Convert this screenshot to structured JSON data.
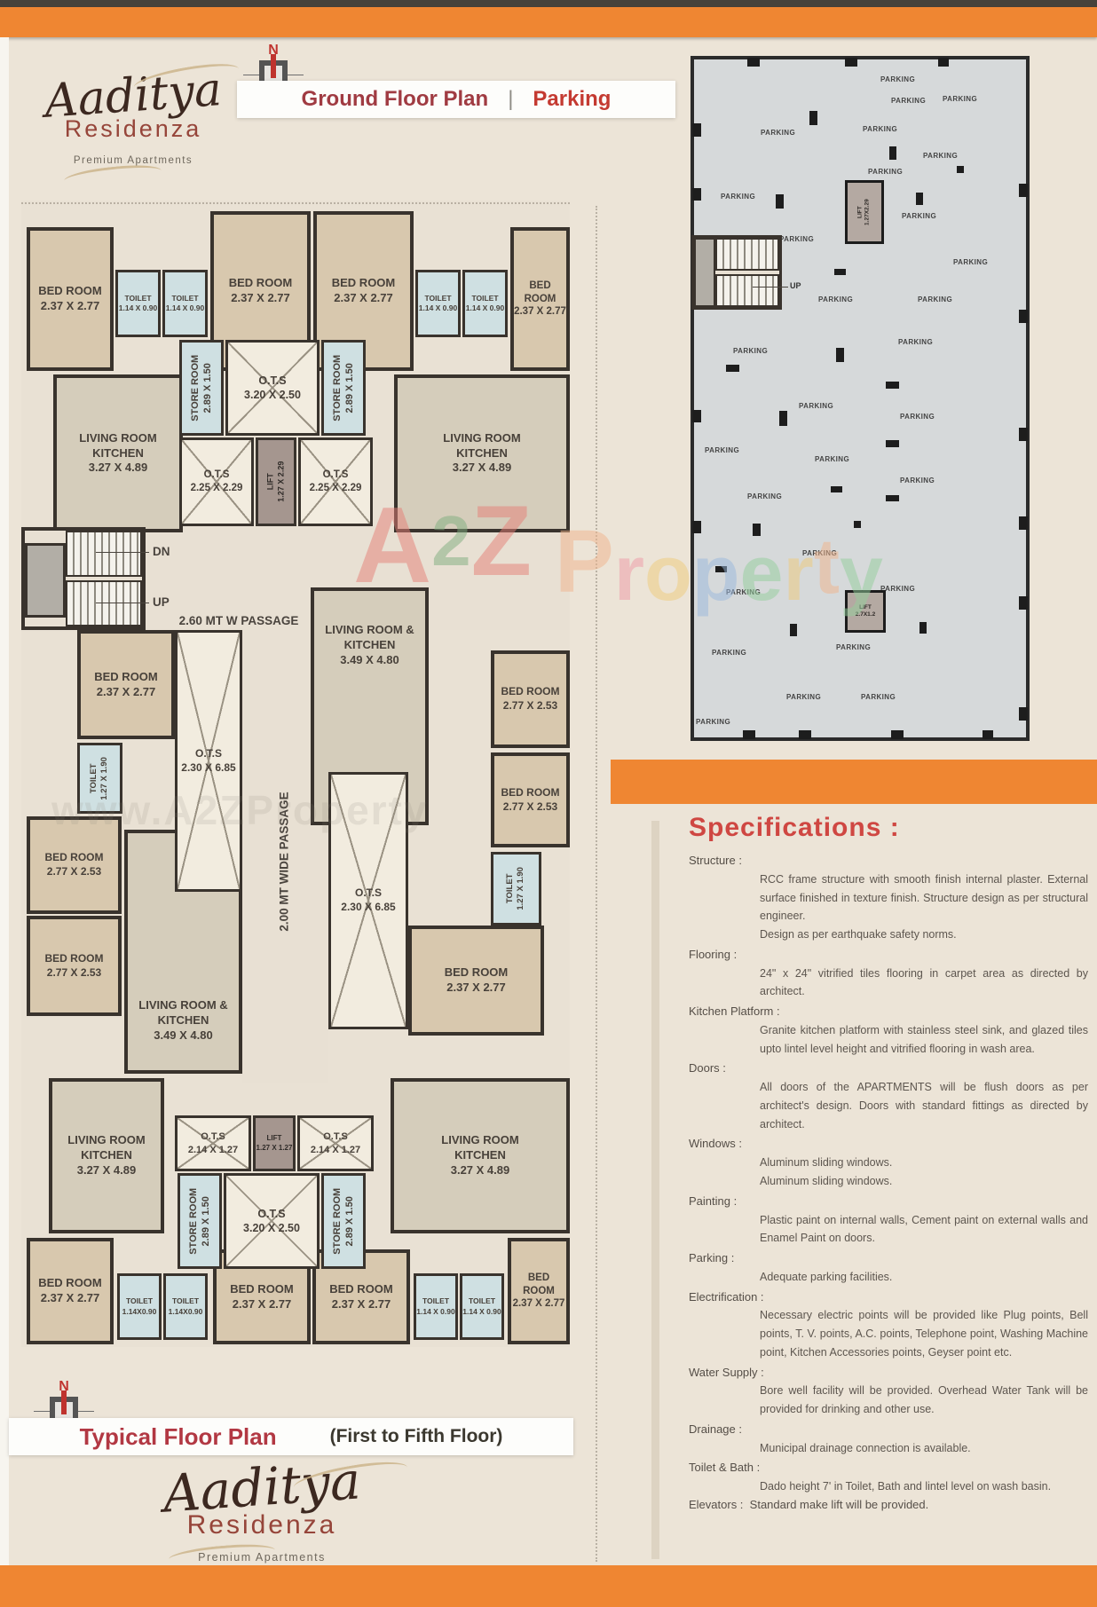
{
  "colors": {
    "accent_orange": "#ef8632",
    "title_maroon": "#a03b42",
    "title_red": "#c43a31",
    "plan_wall": "#39332d",
    "bedroom_fill": "#d8c8ae",
    "living_fill": "#d5cdbb",
    "toilet_fill": "#cfe0e2",
    "ots_fill": "#f2ecdf",
    "lift_fill": "#a5968f",
    "parking_fill": "#d6d9da"
  },
  "brand": {
    "name": "Aaditya",
    "sub": "Residenza",
    "tagline": "Premium Apartments"
  },
  "north_label": "N",
  "titles": {
    "ground_floor": "Ground Floor Plan",
    "separator": "|",
    "parking": "Parking",
    "typical": "Typical Floor Plan",
    "typical_sub": "(First to Fifth Floor)"
  },
  "plan": {
    "passage_h": "2.60 MT W PASSAGE",
    "passage_v": "2.00 MT WIDE PASSAGE",
    "stairs": {
      "dn": "DN",
      "up": "UP"
    },
    "rooms": [
      {
        "id": "bed-tl",
        "lines": [
          "BED ROOM",
          "2.37 X 2.77"
        ]
      },
      {
        "id": "toilet-t1",
        "lines": [
          "TOILET",
          "1.14 X 0.90"
        ]
      },
      {
        "id": "toilet-t2",
        "lines": [
          "TOILET",
          "1.14 X 0.90"
        ]
      },
      {
        "id": "bed-t2",
        "lines": [
          "BED ROOM",
          "2.37 X 2.77"
        ]
      },
      {
        "id": "bed-t3",
        "lines": [
          "BED ROOM",
          "2.37 X 2.77"
        ]
      },
      {
        "id": "toilet-t3",
        "lines": [
          "TOILET",
          "1.14 X 0.90"
        ]
      },
      {
        "id": "toilet-t4",
        "lines": [
          "TOILET",
          "1.14 X 0.90"
        ]
      },
      {
        "id": "bed-tr",
        "lines": [
          "BED ROOM",
          "2.37 X 2.77"
        ]
      },
      {
        "id": "living-tl",
        "lines": [
          "LIVING ROOM",
          "KITCHEN",
          "3.27 X 4.89"
        ]
      },
      {
        "id": "store-tl",
        "lines": [
          "STORE ROOM",
          "2.89 X 1.50"
        ]
      },
      {
        "id": "ots-t",
        "lines": [
          "O.T.S",
          "3.20 X 2.50"
        ]
      },
      {
        "id": "store-tr",
        "lines": [
          "STORE ROOM",
          "2.89 X 1.50"
        ]
      },
      {
        "id": "ots-tl2",
        "lines": [
          "O.T.S",
          "2.25 X 2.29"
        ]
      },
      {
        "id": "lift-t",
        "lines": [
          "LIFT",
          "1.27 X 2.29"
        ]
      },
      {
        "id": "ots-tr2",
        "lines": [
          "O.T.S",
          "2.25 X 2.29"
        ]
      },
      {
        "id": "living-tr",
        "lines": [
          "LIVING ROOM",
          "KITCHEN",
          "3.27 X 4.89"
        ]
      },
      {
        "id": "bed-m1",
        "lines": [
          "BED ROOM",
          "2.37 X 2.77"
        ]
      },
      {
        "id": "toilet-m1",
        "lines": [
          "TOILET",
          "1.27 X 1.90"
        ]
      },
      {
        "id": "ots-ml",
        "lines": [
          "O.T.S",
          "2.30 X 6.85"
        ]
      },
      {
        "id": "living-mr",
        "lines": [
          "LIVING ROOM &",
          "KITCHEN",
          "3.49 X 4.80"
        ]
      },
      {
        "id": "bed-mr1",
        "lines": [
          "BED ROOM",
          "2.77 X 2.53"
        ]
      },
      {
        "id": "bed-mr2",
        "lines": [
          "BED ROOM",
          "2.77 X 2.53"
        ]
      },
      {
        "id": "toilet-mr",
        "lines": [
          "TOILET",
          "1.27 X 1.90"
        ]
      },
      {
        "id": "ots-mr",
        "lines": [
          "O.T.S",
          "2.30 X 6.85"
        ]
      },
      {
        "id": "bed-ml1",
        "lines": [
          "BED ROOM",
          "2.77 X 2.53"
        ]
      },
      {
        "id": "bed-ml2",
        "lines": [
          "BED ROOM",
          "2.77 X 2.53"
        ]
      },
      {
        "id": "living-ml",
        "lines": [
          "LIVING ROOM &",
          "KITCHEN",
          "3.49 X 4.80"
        ]
      },
      {
        "id": "bed-mrb",
        "lines": [
          "BED ROOM",
          "2.37 X 2.77"
        ]
      },
      {
        "id": "living-bl",
        "lines": [
          "LIVING ROOM",
          "KITCHEN",
          "3.27 X 4.89"
        ]
      },
      {
        "id": "ots-bl2",
        "lines": [
          "O.T.S",
          "2.14 X 1.27"
        ]
      },
      {
        "id": "lift-b",
        "lines": [
          "LIFT",
          "1.27 X 1.27"
        ]
      },
      {
        "id": "ots-br2",
        "lines": [
          "O.T.S",
          "2.14 X 1.27"
        ]
      },
      {
        "id": "store-bl",
        "lines": [
          "STORE ROOM",
          "2.89 X 1.50"
        ]
      },
      {
        "id": "ots-b",
        "lines": [
          "O.T.S",
          "3.20 X 2.50"
        ]
      },
      {
        "id": "store-br",
        "lines": [
          "STORE ROOM",
          "2.89 X 1.50"
        ]
      },
      {
        "id": "living-br",
        "lines": [
          "LIVING ROOM",
          "KITCHEN",
          "3.27 X 4.89"
        ]
      },
      {
        "id": "bed-bl",
        "lines": [
          "BED ROOM",
          "2.37 X 2.77"
        ]
      },
      {
        "id": "toilet-b1",
        "lines": [
          "TOILET",
          "1.14X0.90"
        ]
      },
      {
        "id": "toilet-b2",
        "lines": [
          "TOILET",
          "1.14X0.90"
        ]
      },
      {
        "id": "bed-b2",
        "lines": [
          "BED ROOM",
          "2.37 X 2.77"
        ]
      },
      {
        "id": "bed-b3",
        "lines": [
          "BED ROOM",
          "2.37 X 2.77"
        ]
      },
      {
        "id": "toilet-b3",
        "lines": [
          "TOILET",
          "1.14 X 0.90"
        ]
      },
      {
        "id": "toilet-b4",
        "lines": [
          "TOILET",
          "1.14 X 0.90"
        ]
      },
      {
        "id": "bed-br",
        "lines": [
          "BED ROOM",
          "2.37 X 2.77"
        ]
      }
    ]
  },
  "parking": {
    "label": "PARKING",
    "up": "UP",
    "lift1_lines": [
      "LIFT",
      "1.27X2.29"
    ],
    "lift2_lines": [
      "LIFT",
      "2.7X1.2"
    ]
  },
  "watermark": {
    "letters": [
      "A",
      "2",
      "Z",
      "P",
      "r",
      "o",
      "p",
      "e",
      "r",
      "t",
      "y"
    ],
    "url_text": "www.A2ZProperty"
  },
  "specs": {
    "heading": "Specifications :",
    "sections": [
      {
        "title": "Structure :",
        "items": [
          "RCC frame structure with smooth finish internal plaster. External surface finished in texture finish. Structure design as per structural engineer.",
          "Design as per earthquake safety norms."
        ]
      },
      {
        "title": "Flooring :",
        "items": [
          "24\" x 24\" vitrified tiles flooring in carpet area as directed by architect."
        ]
      },
      {
        "title": "Kitchen Platform :",
        "items": [
          "Granite kitchen platform with stainless steel sink, and glazed tiles upto lintel level height and vitrified flooring in wash area."
        ]
      },
      {
        "title": "Doors :",
        "items": [
          "All doors of the APARTMENTS will be flush doors as per architect's design. Doors with standard fittings as directed by architect."
        ]
      },
      {
        "title": "Windows :",
        "items": [
          "Aluminum sliding windows.",
          "Aluminum sliding windows."
        ]
      },
      {
        "title": "Painting :",
        "items": [
          "Plastic paint on internal walls, Cement paint on external walls and Enamel Paint on doors."
        ]
      },
      {
        "title": "Parking :",
        "items": [
          "Adequate parking facilities."
        ]
      },
      {
        "title": "Electrification :",
        "items": [
          "Necessary electric points will be provided like Plug points, Bell points, T. V. points, A.C. points, Telephone point, Washing Machine point, Kitchen Accessories points, Geyser point etc."
        ]
      },
      {
        "title": "Water Supply :",
        "items": [
          "Bore well facility will be provided. Overhead Water Tank will be provided for drinking and other use."
        ]
      },
      {
        "title": "Drainage :",
        "items": [
          "Municipal drainage connection is available."
        ]
      },
      {
        "title": "Toilet & Bath :",
        "items": [
          "Dado height 7' in Toilet, Bath and lintel level on wash basin."
        ]
      },
      {
        "title": "Elevators :",
        "inline": "Standard make lift will be provided."
      }
    ]
  }
}
